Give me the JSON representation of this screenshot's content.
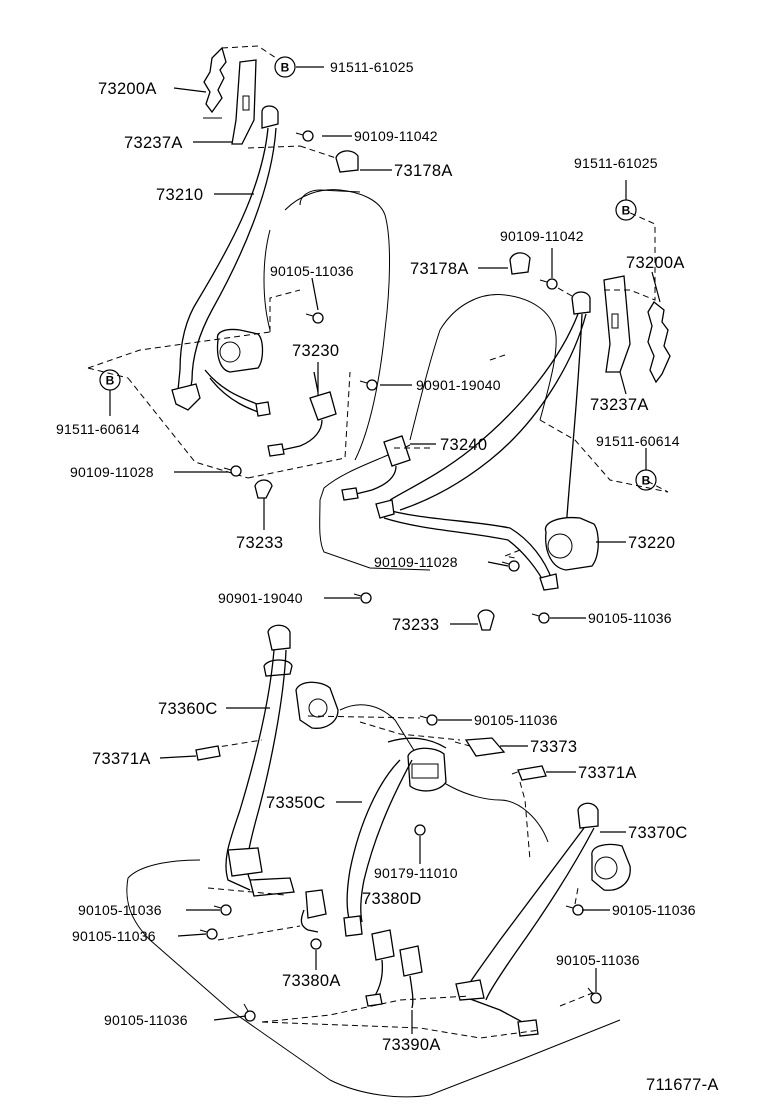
{
  "diagram": {
    "reference_code": "711677-A",
    "symbol_b": "B",
    "labels": {
      "p73200A_l": "73200A",
      "p91511_61025_l": "91511-61025",
      "p73237A_l": "73237A",
      "p90109_11042_l": "90109-11042",
      "p73178A_l": "73178A",
      "p73210": "73210",
      "p90105_11036_a": "90105-11036",
      "p73230": "73230",
      "p91511_60614_l": "91511-60614",
      "p90901_19040_a": "90901-19040",
      "p90109_11028_l": "90109-11028",
      "p73233_l": "73233",
      "p91511_61025_r": "91511-61025",
      "p90109_11042_r": "90109-11042",
      "p73178A_r": "73178A",
      "p73200A_r": "73200A",
      "p73237A_r": "73237A",
      "p73240": "73240",
      "p91511_60614_r": "91511-60614",
      "p73220": "73220",
      "p90109_11028_r": "90109-11028",
      "p90901_19040_b": "90901-19040",
      "p73233_r": "73233",
      "p90105_11036_b": "90105-11036",
      "p73360C": "73360C",
      "p90105_11036_c": "90105-11036",
      "p73371A_l": "73371A",
      "p73373": "73373",
      "p73371A_r": "73371A",
      "p73350C": "73350C",
      "p73370C": "73370C",
      "p90179_11010": "90179-11010",
      "p73380D": "73380D",
      "p90105_11036_d": "90105-11036",
      "p90105_11036_e": "90105-11036",
      "p90105_11036_f": "90105-11036",
      "p73380A": "73380A",
      "p90105_11036_g": "90105-11036",
      "p90105_11036_h": "90105-11036",
      "p73390A": "73390A"
    }
  }
}
